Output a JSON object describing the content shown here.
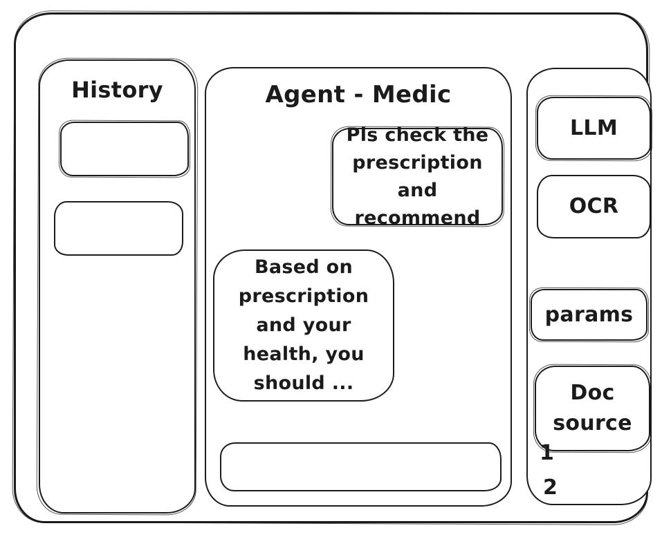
{
  "app": {
    "ink_color": "#1b1b1b",
    "background_color": "#ffffff"
  },
  "sidebar_left": {
    "title": "History",
    "items": [
      {
        "label": ""
      },
      {
        "label": ""
      }
    ]
  },
  "main": {
    "title": "Agent - Medic",
    "messages": [
      {
        "role": "user",
        "text": "Pls check the\nprescription\nand recommend"
      },
      {
        "role": "agent",
        "text": "Based on\nprescription\nand your\nhealth, you\nshould ..."
      }
    ],
    "input": {
      "value": "",
      "placeholder": ""
    }
  },
  "sidebar_right": {
    "buttons": [
      {
        "label": "LLM"
      },
      {
        "label": "OCR"
      },
      {
        "label": "params"
      },
      {
        "label": "Doc\nsource"
      }
    ],
    "doc_list": [
      {
        "label": "1"
      },
      {
        "label": "2"
      }
    ]
  }
}
